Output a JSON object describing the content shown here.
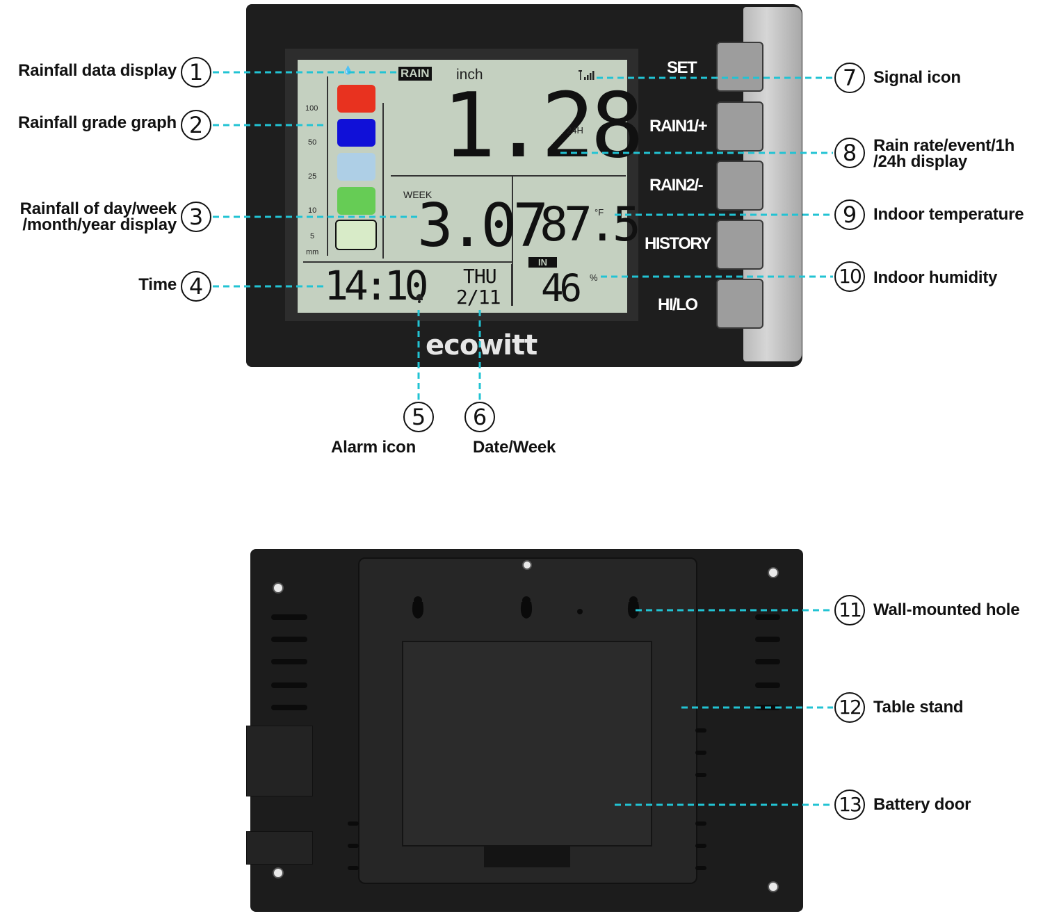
{
  "device": {
    "brand": "ecowitt",
    "buttons": [
      "SET",
      "RAIN1/+",
      "RAIN2/-",
      "HISTORY",
      "HI/LO"
    ],
    "lcd": {
      "rain_tag": "RAIN",
      "unit": "inch",
      "main_value": "1.28",
      "period": "24H",
      "week_tag": "WEEK",
      "week_value": "3.07",
      "temperature": "87.5",
      "temp_unit": "°F",
      "in_tag": "IN",
      "humidity": "46",
      "humidity_unit": "%",
      "time": "14:10",
      "weekday": "THU",
      "date": "2/11",
      "scale_ticks": [
        "100",
        "50",
        "25",
        "10",
        "5"
      ],
      "scale_unit": "mm",
      "grade_colors": [
        "#e8321f",
        "#1010d8",
        "#aecfe6",
        "#66cc55",
        "#d8ebc8"
      ]
    }
  },
  "callouts": [
    {
      "num": "1",
      "label": "Rainfall data display"
    },
    {
      "num": "2",
      "label": "Rainfall grade graph"
    },
    {
      "num": "3",
      "label_line1": "Rainfall of day/week",
      "label_line2": "/month/year display"
    },
    {
      "num": "4",
      "label": "Time"
    },
    {
      "num": "5",
      "label": "Alarm icon"
    },
    {
      "num": "6",
      "label": "Date/Week"
    },
    {
      "num": "7",
      "label": "Signal icon"
    },
    {
      "num": "8",
      "label_line1": "Rain rate/event/1h",
      "label_line2": "/24h display"
    },
    {
      "num": "9",
      "label": "Indoor temperature"
    },
    {
      "num": "10",
      "label": "Indoor humidity"
    },
    {
      "num": "11",
      "label": "Wall-mounted hole"
    },
    {
      "num": "12",
      "label": "Table stand"
    },
    {
      "num": "13",
      "label": "Battery door"
    }
  ],
  "colors": {
    "leader": "#22c3d3",
    "body": "#1e1e1e",
    "lcd": "#c4d0c0"
  }
}
